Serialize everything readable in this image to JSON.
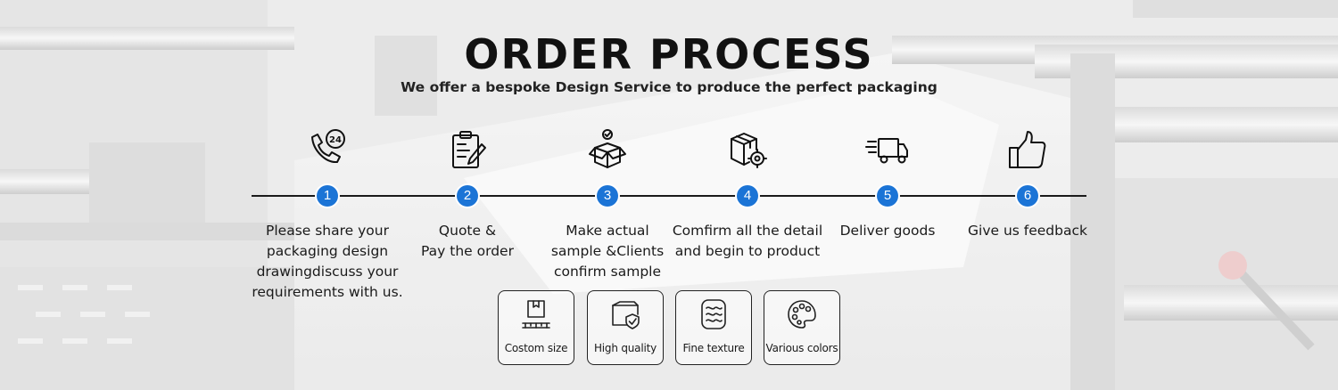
{
  "header": {
    "title": "ORDER PROCESS",
    "subtitle": "We offer a bespoke Design Service to produce the perfect packaging"
  },
  "steps": [
    {
      "number": "1",
      "icon": "phone-24-icon",
      "lines": [
        "Please share your",
        "packaging design",
        "drawingdiscuss your",
        "requirements with us."
      ]
    },
    {
      "number": "2",
      "icon": "clipboard-pen-icon",
      "lines": [
        "Quote &",
        "Pay the order"
      ]
    },
    {
      "number": "3",
      "icon": "open-box-check-icon",
      "lines": [
        "Make actual",
        "sample &Clients",
        "confirm sample"
      ]
    },
    {
      "number": "4",
      "icon": "box-gear-icon",
      "lines": [
        "Comfirm all the detail",
        "and begin to product"
      ]
    },
    {
      "number": "5",
      "icon": "delivery-truck-icon",
      "lines": [
        "Deliver goods"
      ]
    },
    {
      "number": "6",
      "icon": "thumbs-up-icon",
      "lines": [
        "Give us feedback"
      ]
    }
  ],
  "features": [
    {
      "label": "Costom size",
      "icon": "custom-size-box-icon"
    },
    {
      "label": "High quality",
      "icon": "quality-shield-box-icon"
    },
    {
      "label": "Fine texture",
      "icon": "texture-waves-icon"
    },
    {
      "label": "Various colors",
      "icon": "color-palette-icon"
    }
  ],
  "colors": {
    "accent": "#1b74d6",
    "text": "#111111",
    "line": "#1a1a1a"
  }
}
